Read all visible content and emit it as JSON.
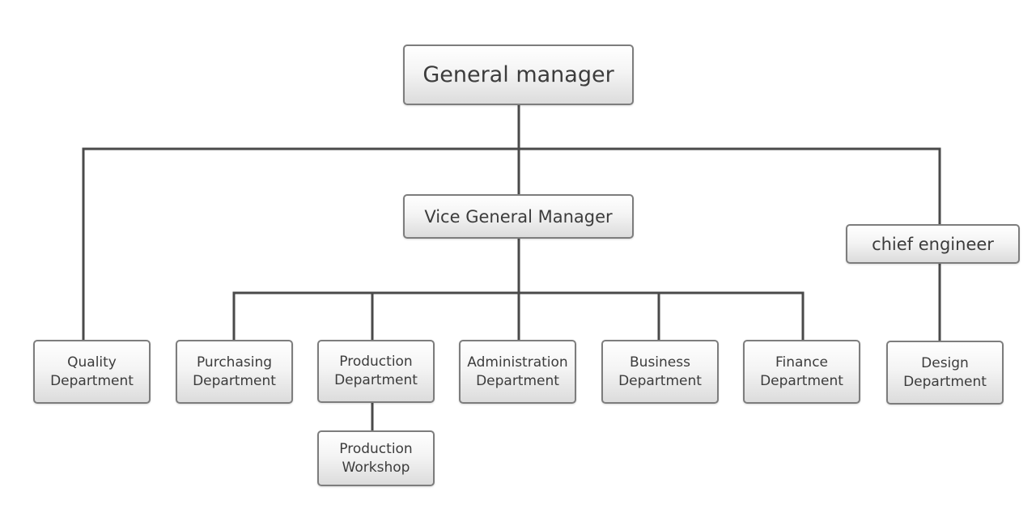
{
  "chart": {
    "general_manager": "General manager",
    "vice_general_manager": "Vice General Manager",
    "chief_engineer": "chief engineer",
    "quality": [
      "Quality",
      "Department"
    ],
    "purchasing": [
      "Purchasing",
      "Department"
    ],
    "production": [
      "Production",
      "Department"
    ],
    "administration": [
      "Administration",
      "Department"
    ],
    "business": [
      "Business",
      "Department"
    ],
    "finance": [
      "Finance",
      "Department"
    ],
    "design": [
      "Design",
      "Department"
    ],
    "production_workshop": [
      "Production",
      "Workshop"
    ]
  },
  "colors": {
    "line": "#4a4a4a",
    "border": "#7d7d7d",
    "text": "#3c3c3c"
  }
}
